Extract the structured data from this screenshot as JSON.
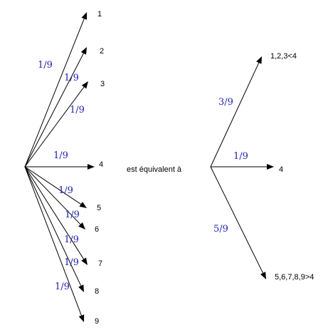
{
  "middle_text": "est équivalent à",
  "left_tree": {
    "branches": [
      {
        "outcome": "1",
        "probability": "1/9"
      },
      {
        "outcome": "2",
        "probability": "1/9"
      },
      {
        "outcome": "3",
        "probability": "1/9"
      },
      {
        "outcome": "4",
        "probability": "1/9"
      },
      {
        "outcome": "5",
        "probability": "1/9"
      },
      {
        "outcome": "6",
        "probability": "1/9"
      },
      {
        "outcome": "7",
        "probability": "1/9"
      },
      {
        "outcome": "8",
        "probability": "1/9"
      },
      {
        "outcome": "9",
        "probability": "1/9"
      }
    ]
  },
  "right_tree": {
    "branches": [
      {
        "outcome": "1,2,3<4",
        "probability": "3/9"
      },
      {
        "outcome": "4",
        "probability": "1/9"
      },
      {
        "outcome": "5,6,7,8,9>4",
        "probability": "5/9"
      }
    ]
  },
  "colors": {
    "probability_text": "#1f1fb0",
    "lines": "#000000"
  }
}
